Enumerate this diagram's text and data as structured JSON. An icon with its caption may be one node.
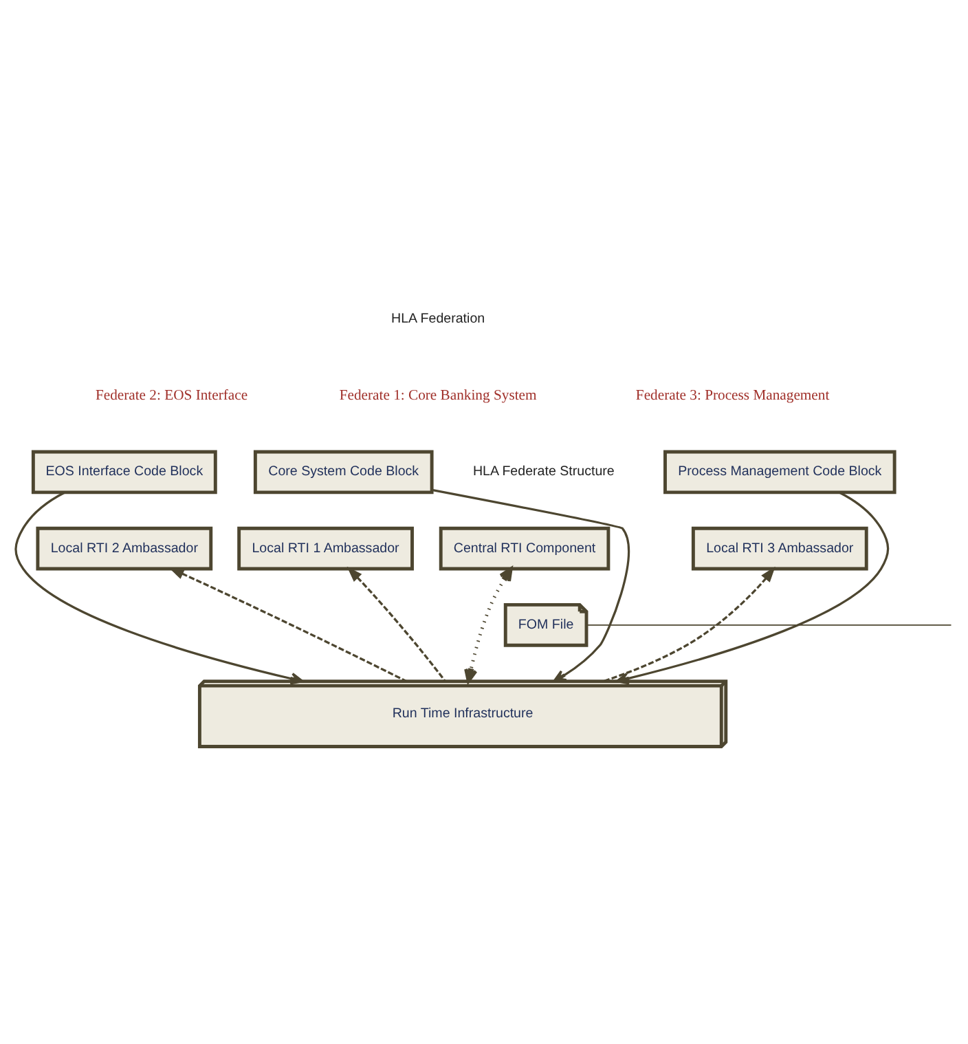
{
  "diagram": {
    "nodes": [
      {
        "text": [
          "Core System Code Block"
        ]
      },
      {
        "text": [
          "Local RTI 1 Ambassador"
        ]
      },
      {
        "text": [
          "EOS Interface Code Block"
        ]
      },
      {
        "text": [
          "Local RTI 2 Ambassador"
        ]
      },
      {
        "text": [
          "Process Management Code Block"
        ]
      },
      {
        "text": [
          "Local RTI 3 Ambassador"
        ]
      },
      {
        "text": [
          "Central RTI Component"
        ]
      },
      {
        "text": [
          "FOM File"
        ]
      },
      {
        "text": [
          "Run Time Infrastructure"
        ]
      }
    ],
    "edges": [
      {
        "from": 0,
        "to": 8,
        "arrow": "to"
      },
      {
        "from": 8,
        "to": 1,
        "arrow": "to",
        "style": "dashed"
      },
      {
        "from": 2,
        "to": 8,
        "arrow": "to"
      },
      {
        "from": 8,
        "to": 3,
        "arrow": "to",
        "style": "dashed"
      },
      {
        "from": 4,
        "to": 8,
        "arrow": "to"
      },
      {
        "from": 8,
        "to": 5,
        "arrow": "to",
        "style": "dashed"
      },
      {
        "from": 6,
        "to": 8,
        "arrow": "both",
        "style": "dashed"
      },
      {
        "from": 7,
        "to": null,
        "arrow": "none"
      }
    ],
    "labels": [
      "HLA Federation",
      "Federate 1: Core Banking System",
      "Federate 2: EOS Interface",
      "Federate 3: Process Management",
      "HLA Federate Structure"
    ]
  }
}
